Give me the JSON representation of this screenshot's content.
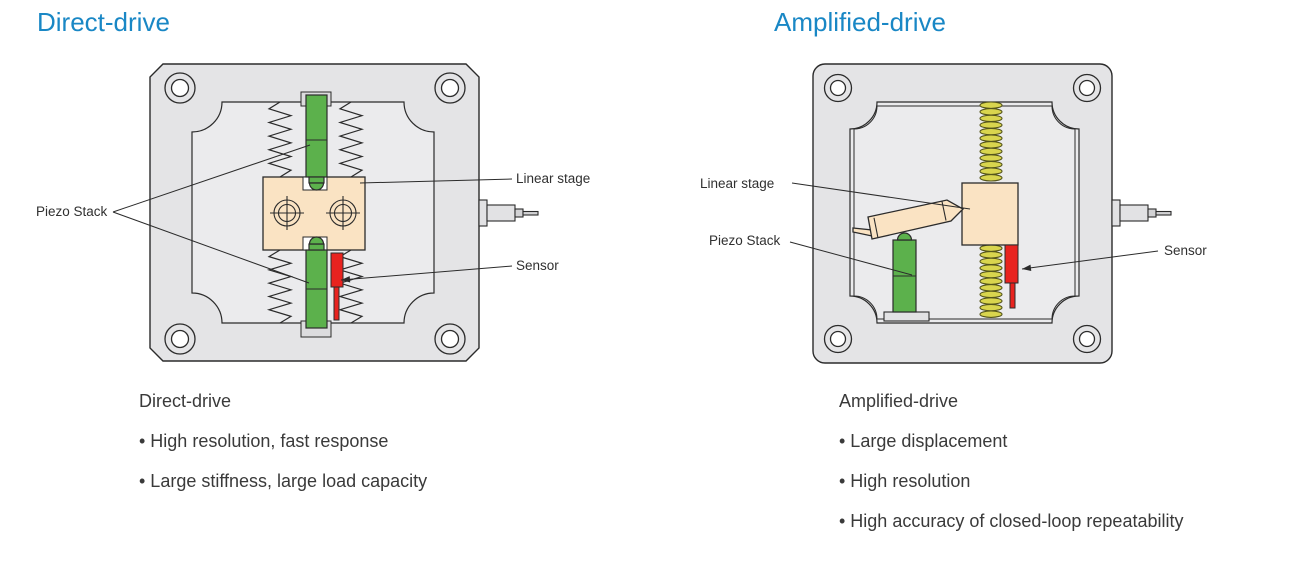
{
  "panels": [
    {
      "heading": "Direct-drive",
      "diagram_labels": {
        "piezo_stack": "Piezo Stack",
        "linear_stage": "Linear stage",
        "sensor": "Sensor"
      },
      "summary": {
        "title": "Direct-drive",
        "bullets": [
          "• High resolution, fast response",
          "• Large stiffness, large load capacity"
        ]
      }
    },
    {
      "heading": "Amplified-drive",
      "diagram_labels": {
        "piezo_stack": "Piezo Stack",
        "linear_stage": "Linear stage",
        "sensor": "Sensor"
      },
      "summary": {
        "title": "Amplified-drive",
        "bullets": [
          "• Large displacement",
          "• High resolution",
          "• High accuracy of closed-loop repeatability"
        ]
      }
    }
  ],
  "colors": {
    "accent_blue": "#1987c5",
    "piezo_green": "#5cb14c",
    "sensor_red": "#e8231f",
    "stage_tan": "#fae3c3",
    "spring_olive": "#d9d54e",
    "body_gray": "#e4e4e6",
    "outline": "#2b2b2b",
    "text": "#3a3a3a"
  }
}
